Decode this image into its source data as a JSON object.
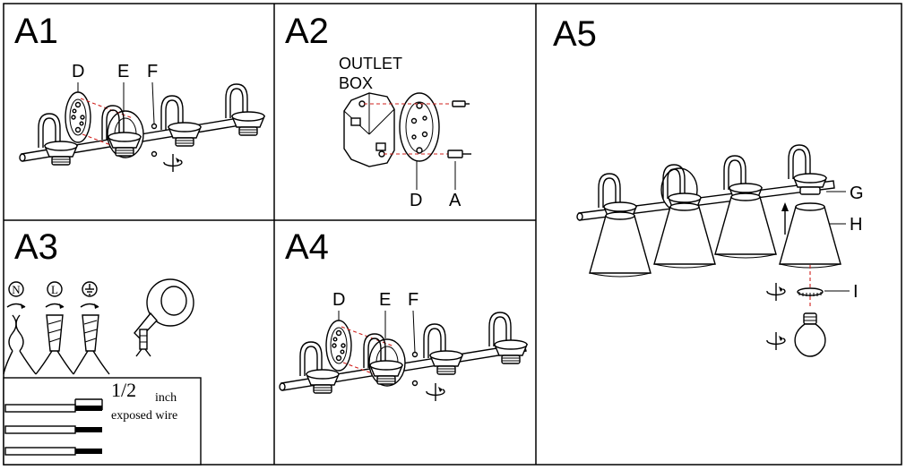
{
  "panels": {
    "a1": {
      "title": "A1",
      "label_d": "D",
      "label_e": "E",
      "label_f": "F"
    },
    "a2": {
      "title": "A2",
      "outlet_line1": "OUTLET",
      "outlet_line2": "BOX",
      "label_d": "D",
      "label_a": "A"
    },
    "a3": {
      "title": "A3",
      "symbol_n": "N",
      "symbol_l": "L",
      "wire_length": "1/2",
      "wire_unit": "inch",
      "wire_caption": "exposed wire"
    },
    "a4": {
      "title": "A4",
      "label_d": "D",
      "label_e": "E",
      "label_f": "F"
    },
    "a5": {
      "title": "A5",
      "label_g": "G",
      "label_h": "H",
      "label_i": "I"
    }
  },
  "colors": {
    "line": "#000000",
    "guide": "#d0201c",
    "background": "#ffffff"
  }
}
